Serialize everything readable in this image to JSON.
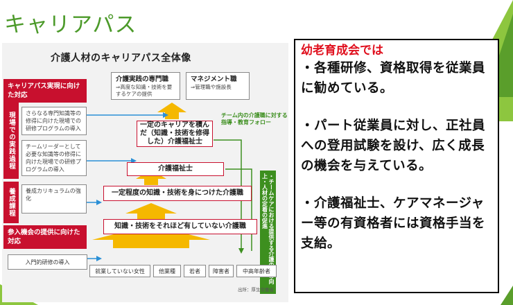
{
  "slide": {
    "title": "キャリアパス"
  },
  "diagram": {
    "title": "介護人材のキャリアパス全体像",
    "left_head_1": "キャリアパス実現に向けた対応",
    "left_head_2": "参入機会の提供に向けた対応",
    "side_1": "現場での実践過程",
    "side_2": "養成課程",
    "note_1": "さらなる専門知識等の修得に向けた現場での研修プログラムの導入",
    "note_2": "チームリーダーとして必要な知識等の修得に向けた現場での研修プログラムの導入",
    "note_3": "養成カリキュラムの強化",
    "intro": "入門的研修の導入",
    "top_box_1": {
      "title": "介護実践の専門職",
      "sub": "⇒高度な知識・技術を要するケアの提供"
    },
    "top_box_2": {
      "title": "マネジメント職",
      "sub": "⇒管理職や施設長"
    },
    "stage_1": "一定のキャリアを積んだ（知識・技術を修得した）介護福祉士",
    "stage_2": "介護福祉士",
    "stage_3": "一定程度の知識・技術を身につけた介護職",
    "stage_4": "知識・技術をそれほど有していない介護職",
    "green_note": "チーム内の介護職に対する指導・教育フォロー",
    "green_vert": "・チームケアにおける提供する介護の質の向上・人材の定着の促進",
    "entrants": [
      "就業していない女性",
      "他業種",
      "若者",
      "障害者",
      "中高年齢者"
    ],
    "source": "出所：厚生労働省"
  },
  "textbox": {
    "heading": "幼老育成会では",
    "para_1": "・各種研修、資格取得を従業員に勧めている。",
    "para_2": "・パート従業員に対し、正社員への登用試験を設け、広く成長の機会を与えている。",
    "para_3": "・介護福祉士、ケアマネージャー等の有資格者には資格手当を支給。"
  },
  "colors": {
    "accent_green": "#4c9a2a",
    "diagram_red": "#c8102e",
    "arrow_yellow": "#f5b800",
    "arrow_blue": "#2a8fd6",
    "heading_red": "#e0101e"
  }
}
